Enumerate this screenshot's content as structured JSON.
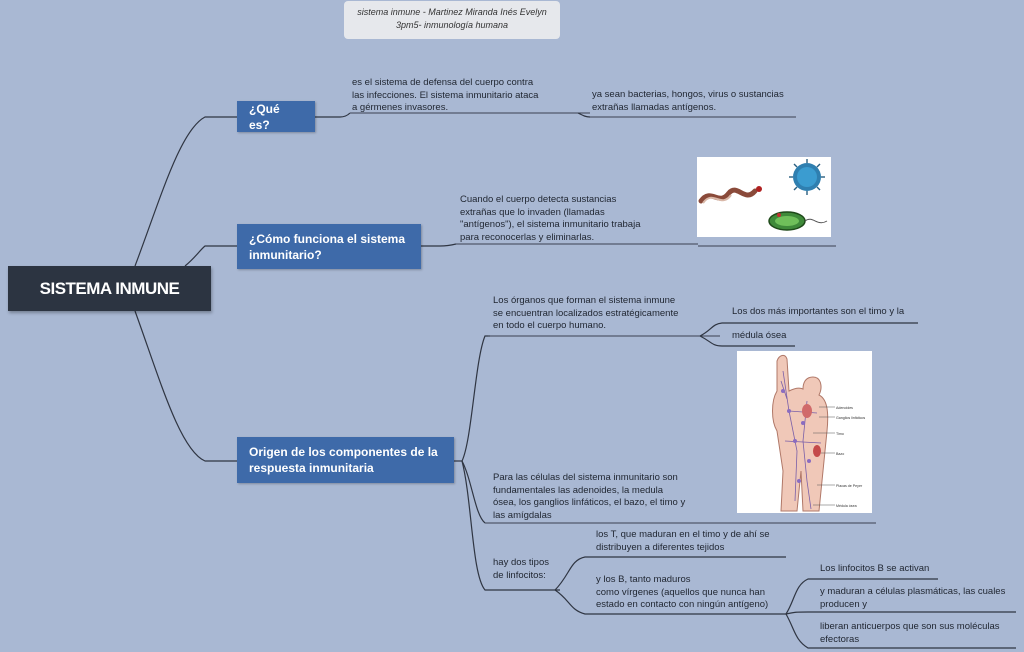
{
  "header": {
    "line1": "sistema inmune -  Martinez  Miranda Inés Evelyn",
    "line2": "3pm5- inmunología  humana"
  },
  "root": {
    "label": "SISTEMA INMUNE"
  },
  "branches": {
    "que_es": {
      "label": "¿Qué es?",
      "text1": "es el sistema de defensa del cuerpo contra\nlas infecciones. El sistema inmunitario ataca\na gérmenes invasores.",
      "text2": "ya sean bacterias, hongos, virus o sustancias\nextrañas llamadas antígenos."
    },
    "como_funciona": {
      "label": "¿Cómo funciona el sistema\ninmunitario?",
      "text": "Cuando el cuerpo detecta sustancias\nextrañas que lo invaden (llamadas\n\"antígenos\"), el sistema inmunitario trabaja\npara reconocerlas y eliminarlas."
    },
    "origen": {
      "label": "Origen de los componentes de la\nrespuesta inmunitaria",
      "organos": "Los órganos que forman el sistema inmune\nse encuentran localizados estratégicamente\nen todo el cuerpo humano.",
      "importantes": "Los dos más importantes son el timo y la",
      "medula": "médula ósea",
      "celulas": "Para  las células del sistema inmunitario son\nfundamentales las adenoides, la medula\nósea, los ganglios linfáticos, el bazo, el timo y\nlas amígdalas",
      "tipos": "hay dos tipos\nde linfocitos:",
      "linfocitos_t": "los T, que maduran en el timo  y de ahí se\ndistribuyen a diferentes tejidos",
      "linfocitos_b": "y los B,  tanto maduros\ncomo vírgenes (aquellos que nunca han\nestado en contacto con ningún antígeno)",
      "b_activan": "Los linfocitos B se activan",
      "b_maduran": "y maduran  a células plasmáticas, las cuales\nproducen y",
      "b_liberan": "liberan anticuerpos que son sus moléculas\nefectoras"
    }
  },
  "anatomy_labels": [
    "Adenoides",
    "Ganglios linfáticos",
    "Timo",
    "Bazo",
    "Placas de Peyer",
    "Médula ósea"
  ]
}
